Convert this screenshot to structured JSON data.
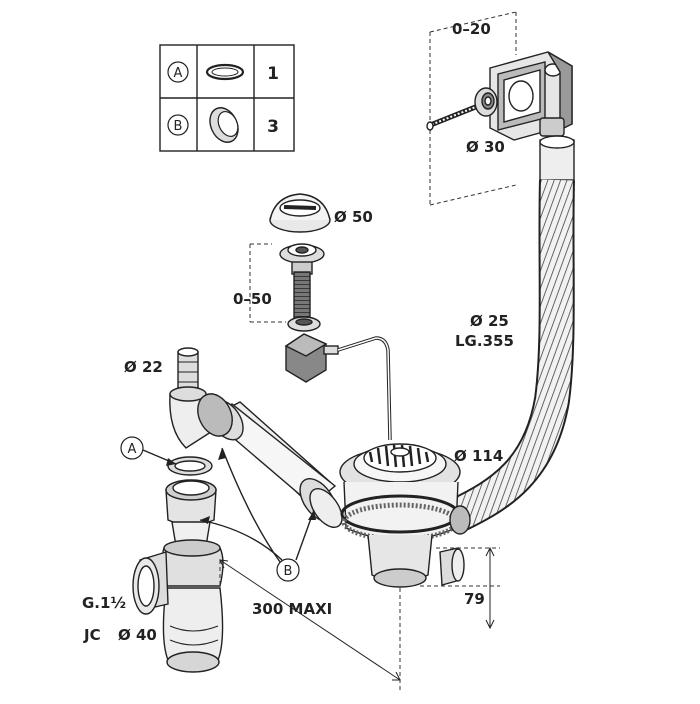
{
  "legend": {
    "rows": [
      {
        "letter": "A",
        "qty": "1"
      },
      {
        "letter": "B",
        "qty": "3"
      }
    ]
  },
  "dimensions": {
    "overflow_range": "0–20",
    "overflow_dia": "Ø 30",
    "cap_dia": "Ø 50",
    "rod_range": "0–50",
    "hose_dia": "Ø 25",
    "hose_len": "LG.355",
    "inlet_dia": "Ø 22",
    "strainer_dia": "Ø 114",
    "height": "79",
    "max_len": "300 MAXI",
    "thread": "G.1½",
    "joint": "JC",
    "trap_dia": "Ø 40"
  },
  "callouts": {
    "a": "A",
    "b": "B"
  },
  "colors": {
    "line": "#222222",
    "fill_light": "#e8e8e8",
    "fill_mid": "#bdbdbd",
    "fill_dark": "#555555"
  }
}
